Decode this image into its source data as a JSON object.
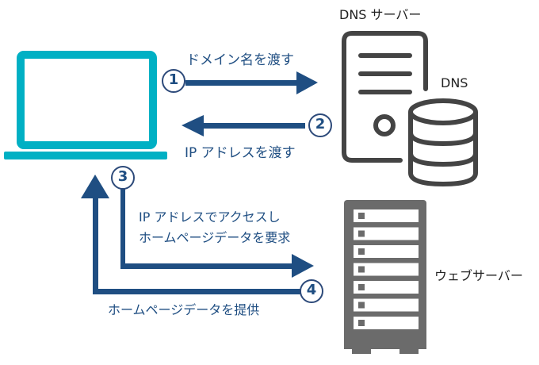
{
  "colors": {
    "arrow": "#1f4e82",
    "laptop": "#00b0c4",
    "server": "#444444",
    "web_server": "#6b6b6b",
    "circle_stroke": "#2d4a7a"
  },
  "nodes": {
    "client": {
      "icon": "laptop-icon"
    },
    "dns_server": {
      "label": "DNS サーバー",
      "icon": "tower-server-icon",
      "db_label": "DNS"
    },
    "web_server": {
      "label": "ウェブサーバー",
      "icon": "rack-server-icon"
    }
  },
  "steps": [
    {
      "number": "1",
      "label": "ドメイン名を渡す"
    },
    {
      "number": "2",
      "label": "IP アドレスを渡す"
    },
    {
      "number": "3",
      "label_line1": "IP アドレスでアクセスし",
      "label_line2": "ホームページデータを要求"
    },
    {
      "number": "4",
      "label": "ホームページデータを提供"
    }
  ]
}
